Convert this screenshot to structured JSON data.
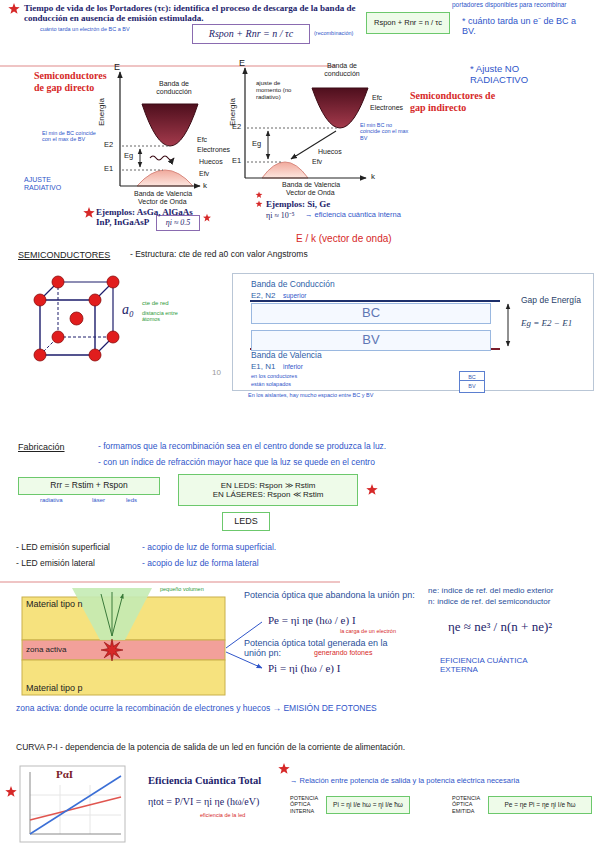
{
  "diagram": {
    "nodes": [
      {
        "text": [
          "Rspon + Rnr = n / τc"
        ]
      },
      {
        "text": [
          "Rspon + Rnr = n / τc"
        ]
      },
      {
        "text": [
          "ηi ≈ 0.5"
        ]
      },
      {
        "text": [
          "Banda de Conducción",
          "E2, N2",
          "superior",
          "Gap de Energía",
          "Eg = E2 − E1",
          "Banda de Valencia",
          "E1, N1",
          "inferior",
          "en los conductores",
          "están solapados"
        ]
      },
      {
        "text": [
          "BC"
        ],
        "in": 3
      },
      {
        "text": [
          "BV"
        ],
        "in": 3
      },
      {
        "text": [
          "BC"
        ],
        "in": 3
      },
      {
        "text": [
          "BV"
        ],
        "in": 3
      },
      {
        "text": [
          "Rrr = Rstim + Rspon"
        ]
      },
      {
        "text": [
          "EN LEDS: Rspon ≫ Rstim",
          "EN LÁSERES: Rspon ≪ Rstim"
        ]
      },
      {
        "text": [
          "LEDS"
        ]
      },
      {
        "text": [
          "Material tipo n"
        ]
      },
      {
        "text": [
          "zona activa"
        ]
      },
      {
        "text": [
          "Material tipo p"
        ]
      },
      {
        "text": [
          "Pi = ηi I/e hω = ηi I/e ħω"
        ]
      },
      {
        "text": [
          "Pe = ηe Pi = ηe ηi I/e ħω"
        ]
      }
    ],
    "labels": [
      "Tiempo de vida de los Portadores (τc): identifica el proceso de descarga de la banda de conducción en ausencia de emisión estimulada.",
      "cuánto tarda un electrón de BC a BV",
      "(recombinación)",
      "portadores disponibles para recombinar",
      "* cuánto tarda un e⁻ de BC a BV.",
      "* Ajuste NO RADIACTIVO",
      "Semiconductores de gap directo",
      "E",
      "Energía",
      "Banda de conducción",
      "Efc",
      "Electrones",
      "E2",
      "Eg",
      "E1",
      "Huecos",
      "Efv",
      "Banda de Valencia",
      "Vector de Onda",
      "k",
      "El min de BC coincide con el max de BV",
      "AJUSTE RADIATIVO",
      "Ejemplos: AsGa, AlGaAs InP, InGaAsP",
      "Semiconductores de gap indirecto",
      "E",
      "Energía",
      "ajuste de momento (no radiativo)",
      "Banda de conducción",
      "Efc",
      "Electrones",
      "E2",
      "Eg",
      "E1",
      "Huecos",
      "Efv",
      "Banda de Valencia",
      "Vector de Onda",
      "k",
      "El min BC no coincide con el max BV",
      "Ejemplos: Si, Ge",
      "ηi ≈ 10⁻⁵",
      "→ eficiencia cuántica interna",
      "E / k (vector de onda)",
      "SEMICONDUCTORES",
      "- Estructura: cte de red a0 con valor Angstroms",
      "a₀",
      "cte de red",
      "distancia entre átomos",
      "10",
      "En los aislantes, hay mucho espacio entre BC y BV",
      "Fabricación",
      "- formamos que la recombinación sea en el centro donde se produzca la luz.",
      "- con un índice de refracción mayor hace que la luz se quede en el centro",
      "radiativa",
      "láser",
      "leds",
      "- LED emisión superficial",
      "- acopio de luz de forma superficial.",
      "- LED emisión lateral",
      "- acopio de luz de forma lateral",
      "pequeño volumen",
      "Potencia óptica que abandona la unión pn:",
      "Pe = ηi ηe (hω / e) I",
      "la carga de un electrón",
      "Potencia óptica total generada en la unión pn:",
      "generando fotones",
      "Pi = ηi (hω / e) I",
      "ne: índice de ref. del medio exterior",
      "n: índice de ref. del semiconductor",
      "ηe ≈ ne³ / n(n + ne)²",
      "EFICIENCIA CUÁNTICA EXTERNA",
      "zona activa: donde ocurre la recombinación de electrones y huecos → EMISIÓN DE FOTONES",
      "CURVA P-I - dependencia de la potencia de salida de un led en función de la corriente de alimentación.",
      "PαI",
      "Eficiencia Cuántica Total",
      "→ Relación entre potencia de salida y la potencia eléctrica necesaria",
      "ηtot = P/VI = ηi ηe (hω/eV)",
      "eficiencia de la led",
      "POTENCIA ÓPTICA INTERNA",
      "POTENCIA ÓPTICA EMITIDA"
    ]
  }
}
